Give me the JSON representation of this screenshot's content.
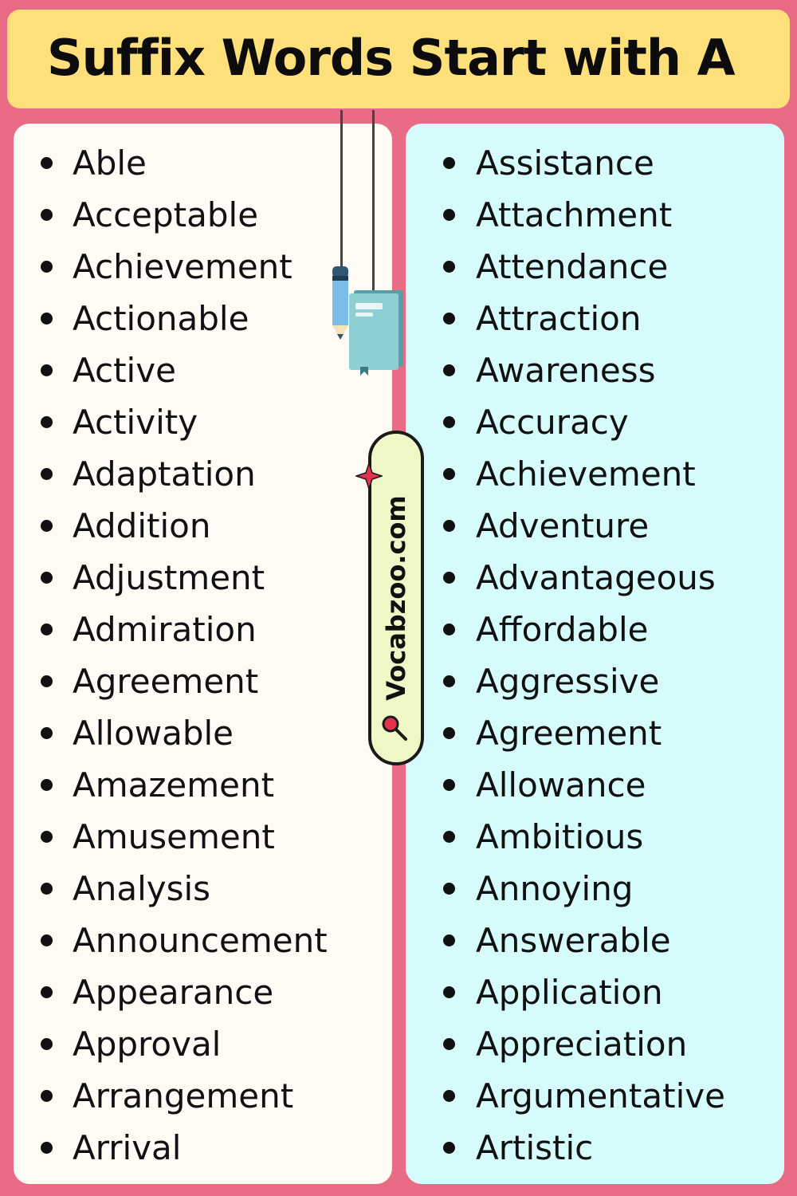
{
  "title": "Suffix Words Start with A",
  "watermark": "Vocabzoo.com",
  "colors": {
    "background": "#e96b85",
    "title_bar": "#fde07a",
    "left_panel": "#fefbf5",
    "right_panel": "#d5fbfc",
    "watermark_fill": "#eef7c6",
    "text": "#111111"
  },
  "icons": [
    "pencil-icon",
    "book-icon",
    "sparkle-icon",
    "magnifier-icon"
  ],
  "left_words": [
    "Able",
    "Acceptable",
    "Achievement",
    "Actionable",
    "Active",
    "Activity",
    "Adaptation",
    "Addition",
    "Adjustment",
    "Admiration",
    "Agreement",
    "Allowable",
    "Amazement",
    "Amusement",
    "Analysis",
    "Announcement",
    "Appearance",
    "Approval",
    "Arrangement",
    "Arrival"
  ],
  "right_words": [
    "Assistance",
    "Attachment",
    "Attendance",
    "Attraction",
    "Awareness",
    "Accuracy",
    "Achievement",
    "Adventure",
    "Advantageous",
    "Affordable",
    "Aggressive",
    "Agreement",
    "Allowance",
    "Ambitious",
    "Annoying",
    "Answerable",
    "Application",
    "Appreciation",
    "Argumentative",
    "Artistic"
  ]
}
